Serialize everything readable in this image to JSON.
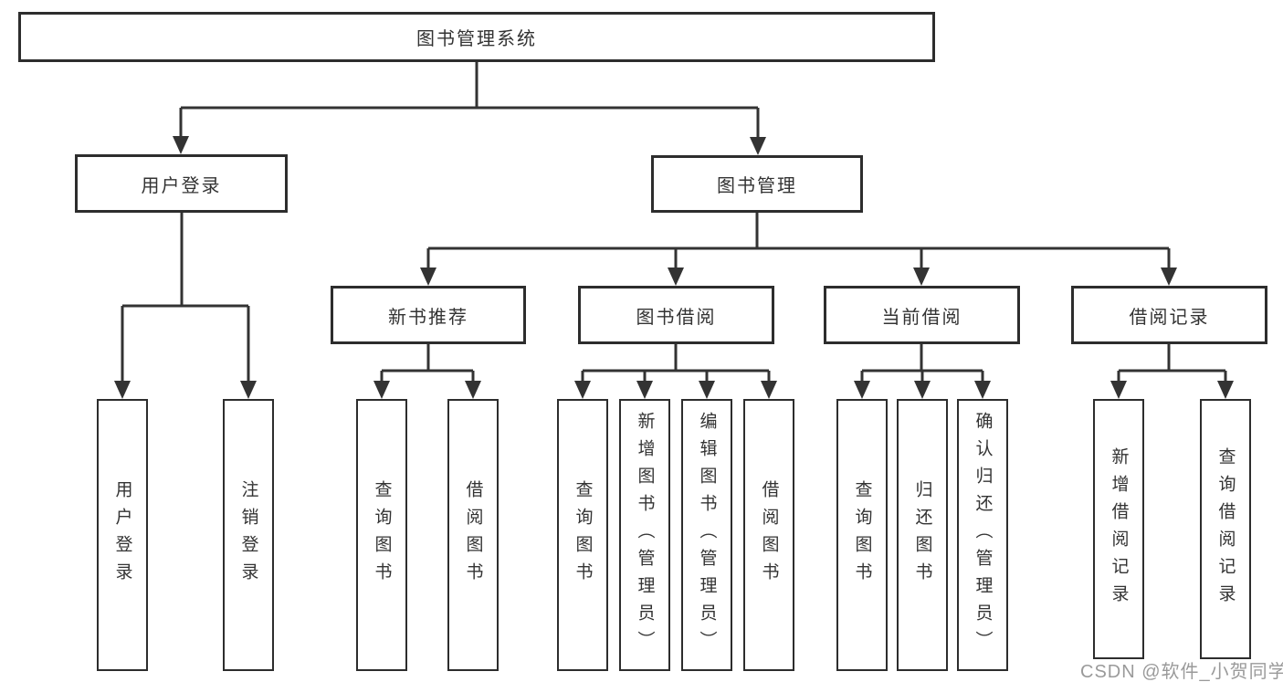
{
  "diagram": {
    "title": "图书管理系统",
    "root": {
      "label": "图书管理系统"
    },
    "branches": [
      {
        "label": "用户登录",
        "children": [
          {
            "label": "用户登录"
          },
          {
            "label": "注销登录"
          }
        ]
      },
      {
        "label": "图书管理",
        "sections": [
          {
            "label": "新书推荐",
            "children": [
              {
                "label": "查询图书"
              },
              {
                "label": "借阅图书"
              }
            ]
          },
          {
            "label": "图书借阅",
            "children": [
              {
                "label": "查询图书"
              },
              {
                "label": "新增图书（管理员）"
              },
              {
                "label": "编辑图书（管理员）"
              },
              {
                "label": "借阅图书"
              }
            ]
          },
          {
            "label": "当前借阅",
            "children": [
              {
                "label": "查询图书"
              },
              {
                "label": "归还图书"
              },
              {
                "label": "确认归还（管理员）"
              }
            ]
          },
          {
            "label": "借阅记录",
            "children": [
              {
                "label": "新增借阅记录"
              },
              {
                "label": "查询借阅记录"
              }
            ]
          }
        ]
      }
    ]
  },
  "watermark": {
    "text": "CSDN @软件_小贺同学"
  },
  "colors": {
    "background": "#ffffff",
    "box_border": "#2d2d2d",
    "box_fill": "#ffffff",
    "line": "#333333",
    "text": "#333333",
    "watermark": "#9a9a9a"
  }
}
